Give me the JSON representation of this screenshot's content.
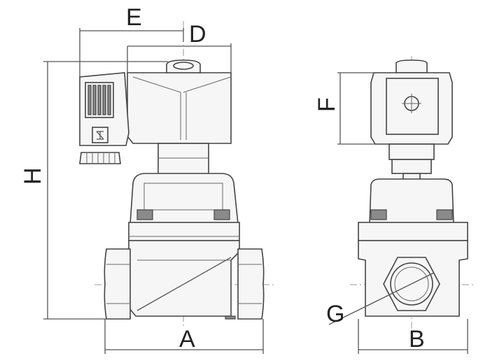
{
  "labels": {
    "A": "A",
    "B": "B",
    "D": "D",
    "E": "E",
    "F": "F",
    "G": "G",
    "H": "H"
  },
  "colors": {
    "line": "#444444",
    "fill": "#f6f6f6",
    "accent": "#8a8a8a"
  }
}
